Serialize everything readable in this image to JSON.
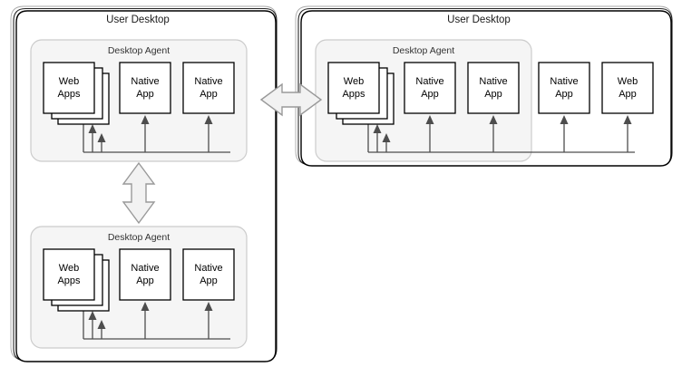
{
  "diagram": {
    "type": "architecture-diagram",
    "background": "#ffffff",
    "colors": {
      "container_stroke": "#000000",
      "container_fill": "#ffffff",
      "agent_fill": "#f5f5f5",
      "agent_stroke": "#cccccc",
      "app_fill": "#ffffff",
      "app_stroke": "#000000",
      "connector": "#4d4d4d",
      "bidi_arrow_fill": "#f2f2f2",
      "bidi_arrow_stroke": "#999999"
    },
    "containers": [
      {
        "id": "user-desktop-left",
        "title": "User Desktop",
        "agents": [
          {
            "id": "desktop-agent-left-top",
            "title": "Desktop Agent",
            "apps": [
              {
                "id": "web-apps-lt",
                "label_line1": "Web",
                "label_line2": "Apps",
                "stacked": true,
                "stack_count": 3
              },
              {
                "id": "native-app-lt-1",
                "label_line1": "Native",
                "label_line2": "App",
                "stacked": false,
                "stack_count": 1
              },
              {
                "id": "native-app-lt-2",
                "label_line1": "Native",
                "label_line2": "App",
                "stacked": false,
                "stack_count": 1
              }
            ]
          },
          {
            "id": "desktop-agent-left-bottom",
            "title": "Desktop Agent",
            "apps": [
              {
                "id": "web-apps-lb",
                "label_line1": "Web",
                "label_line2": "Apps",
                "stacked": true,
                "stack_count": 3
              },
              {
                "id": "native-app-lb-1",
                "label_line1": "Native",
                "label_line2": "App",
                "stacked": false,
                "stack_count": 1
              },
              {
                "id": "native-app-lb-2",
                "label_line1": "Native",
                "label_line2": "App",
                "stacked": false,
                "stack_count": 1
              }
            ]
          }
        ],
        "external_apps": []
      },
      {
        "id": "user-desktop-right",
        "title": "User Desktop",
        "agents": [
          {
            "id": "desktop-agent-right",
            "title": "Desktop Agent",
            "apps": [
              {
                "id": "web-apps-r",
                "label_line1": "Web",
                "label_line2": "Apps",
                "stacked": true,
                "stack_count": 3
              },
              {
                "id": "native-app-r-1",
                "label_line1": "Native",
                "label_line2": "App",
                "stacked": false,
                "stack_count": 1
              },
              {
                "id": "native-app-r-2",
                "label_line1": "Native",
                "label_line2": "App",
                "stacked": false,
                "stack_count": 1
              }
            ]
          }
        ],
        "external_apps": [
          {
            "id": "native-app-r-ext",
            "label_line1": "Native",
            "label_line2": "App",
            "stacked": false,
            "stack_count": 1
          },
          {
            "id": "web-app-r-ext",
            "label_line1": "Web",
            "label_line2": "App",
            "stacked": false,
            "stack_count": 1
          }
        ]
      }
    ],
    "connectors": [
      {
        "id": "bidi-horizontal",
        "kind": "double-headed-arrow",
        "orientation": "horizontal",
        "from": "desktop-agent-left-top",
        "to": "desktop-agent-right"
      },
      {
        "id": "bidi-vertical",
        "kind": "double-headed-arrow",
        "orientation": "vertical",
        "from": "desktop-agent-left-top",
        "to": "desktop-agent-left-bottom"
      }
    ]
  }
}
